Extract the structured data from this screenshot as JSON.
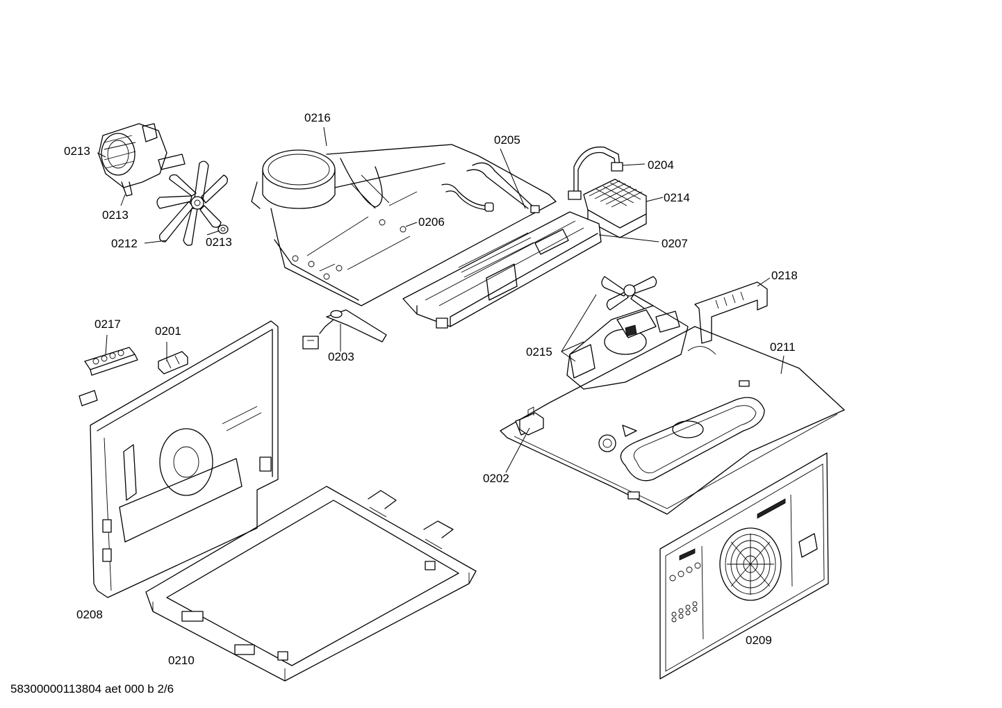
{
  "labels": {
    "p0216": "0216",
    "p0205": "0205",
    "p0213a": "0213",
    "p0213b": "0213",
    "p0213c": "0213",
    "p0212": "0212",
    "p0206": "0206",
    "p0204": "0204",
    "p0214": "0214",
    "p0207": "0207",
    "p0218": "0218",
    "p0217": "0217",
    "p0201": "0201",
    "p0203": "0203",
    "p0215": "0215",
    "p0211": "0211",
    "p0202": "0202",
    "p0208": "0208",
    "p0210": "0210",
    "p0209": "0209"
  },
  "footer": "58300000113804 aet 000 b 2/6"
}
